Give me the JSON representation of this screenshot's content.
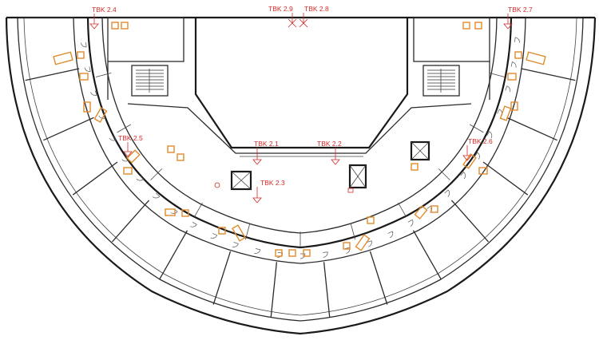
{
  "tags": [
    {
      "id": "tbk-2-4",
      "label": "TBK 2.4"
    },
    {
      "id": "tbk-2-9",
      "label": "TBK 2.9"
    },
    {
      "id": "tbk-2-8",
      "label": "TBK 2.8"
    },
    {
      "id": "tbk-2-7",
      "label": "TBK 2.7"
    },
    {
      "id": "tbk-2-5",
      "label": "TBK 2.5"
    },
    {
      "id": "tbk-2-1",
      "label": "TBK 2.1"
    },
    {
      "id": "tbk-2-2",
      "label": "TBK 2.2"
    },
    {
      "id": "tbk-2-3",
      "label": "TBK 2.3"
    },
    {
      "id": "tbk-2-6",
      "label": "TBK 2.6"
    }
  ],
  "colors": {
    "walls": "#2b2b2b",
    "fixtures": "#e08a2c",
    "annotations": "#d42a2a",
    "background": "#ffffff"
  }
}
